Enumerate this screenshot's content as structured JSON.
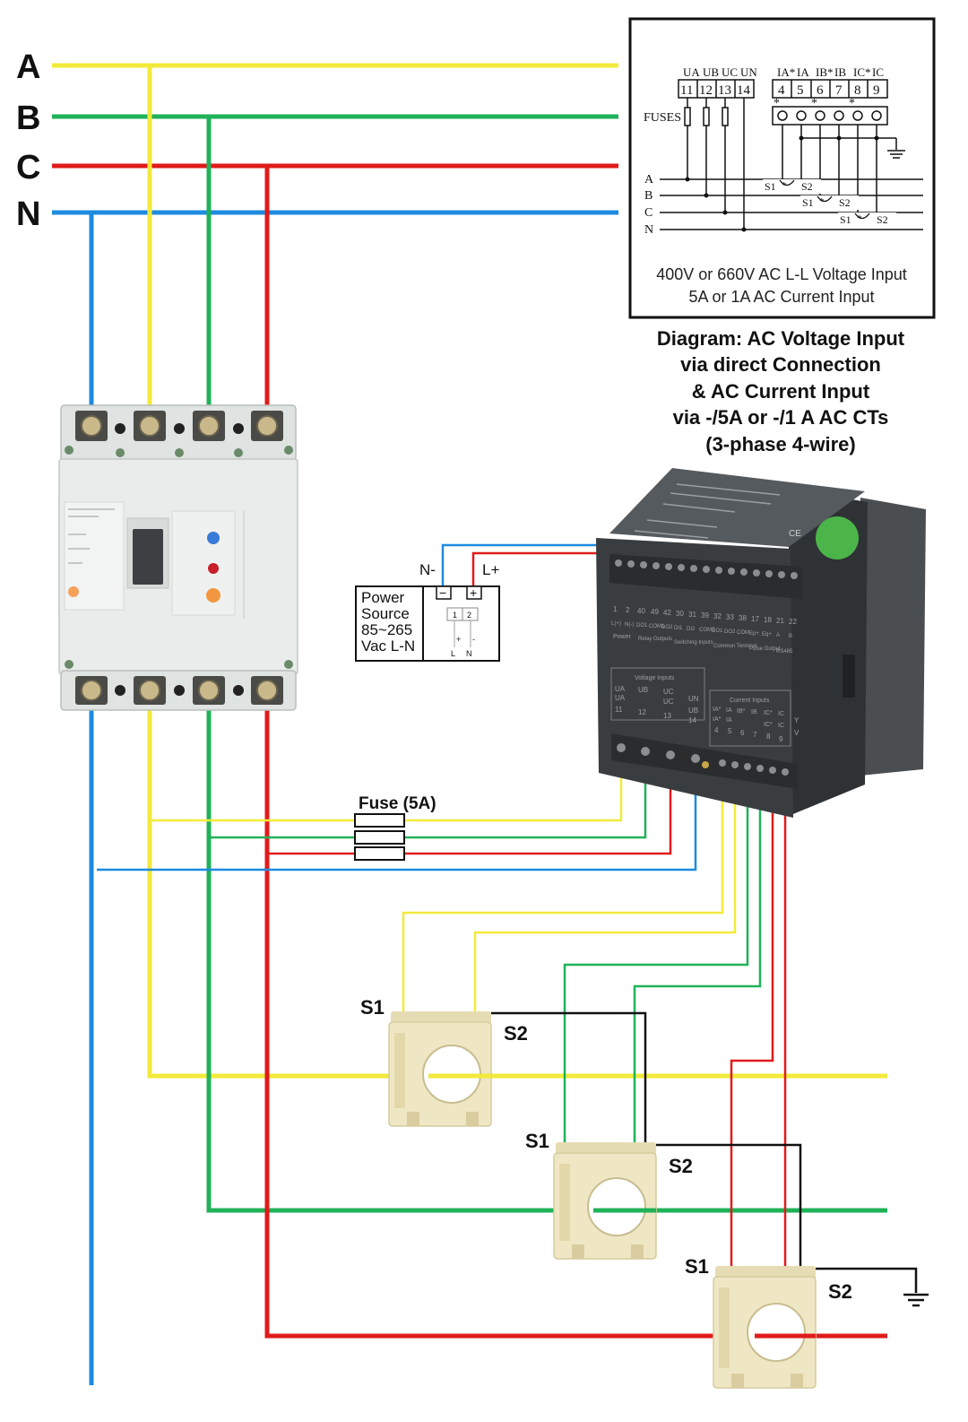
{
  "colors": {
    "phase_a": "#f2ea3a",
    "phase_b": "#1fb258",
    "phase_c": "#e01b1b",
    "neutral": "#1d8be0",
    "ct_wire": "#111111",
    "breaker_body": "#e9ecea",
    "meter_body": "#3a3d3f",
    "ct_body": "#efe7c4"
  },
  "bus": {
    "labels": [
      "A",
      "B",
      "C",
      "N"
    ]
  },
  "inset": {
    "voltage_terminal_headers": [
      "UA",
      "UB",
      "UC",
      "UN"
    ],
    "voltage_terminal_numbers": [
      "11",
      "12",
      "13",
      "14"
    ],
    "current_terminal_headers": [
      "IA*",
      "IA",
      "IB*",
      "IB",
      "IC*",
      "IC"
    ],
    "current_terminal_numbers": [
      "4",
      "5",
      "6",
      "7",
      "8",
      "9"
    ],
    "fuses_label": "FUSES",
    "line_labels": [
      "A",
      "B",
      "C",
      "N"
    ],
    "ct_s1": "S1",
    "ct_s2": "S2",
    "caption_line1": "400V or 660V AC L-L Voltage Input",
    "caption_line2": "5A or 1A AC Current Input"
  },
  "diagram_title": {
    "line1": "Diagram: AC Voltage Input",
    "line2": "via direct Connection",
    "line3": "& AC Current Input",
    "line4": "via -/5A or -/1 A AC CTs",
    "line5": "(3-phase 4-wire)"
  },
  "power_source": {
    "line1": "Power",
    "line2": "Source",
    "line3": "85~265",
    "line4": "Vac L-N",
    "n_label": "N-",
    "l_label": "L+",
    "minus": "−",
    "plus": "+",
    "term1": "1",
    "term2": "2",
    "sub_plus": "+",
    "sub_minus": "-",
    "sub_l": "L",
    "sub_n": "N"
  },
  "fuse_label": "Fuse (5A)",
  "ct": {
    "s1": "S1",
    "s2": "S2"
  },
  "meter": {
    "top_terminals": [
      "1",
      "2",
      "40",
      "49",
      "42",
      "30",
      "31",
      "39",
      "32",
      "33",
      "38",
      "17",
      "18",
      "21",
      "22"
    ],
    "top_row2": [
      "L(+)",
      "N(-)",
      "DO1",
      "COM1",
      "DO2",
      "DI1",
      "DI2",
      "COM2",
      "DO1",
      "DO2",
      "COM",
      "Ep+",
      "Eq+",
      "A",
      "B"
    ],
    "top_row3": [
      "Power",
      "Relay Outputs",
      "Switching Inputs",
      "Common Terminal",
      "Pulse Output",
      "RS485"
    ],
    "voltage_block_title": "Voltage Inputs",
    "voltage_block_row1": [
      "UA",
      "UB",
      "UC",
      "UN"
    ],
    "voltage_block_row2": [
      "UA",
      "",
      "UC",
      "UB"
    ],
    "voltage_block_numbers": [
      "11",
      "12",
      "13",
      "14"
    ],
    "current_block_title": "Current Inputs",
    "current_block_row1": [
      "IA*",
      "IA",
      "IB*",
      "IB",
      "IC*",
      "IC"
    ],
    "current_block_row2": [
      "IA*",
      "IA",
      "",
      "",
      "IC*",
      "IC"
    ],
    "current_block_numbers": [
      "4",
      "5",
      "6",
      "7",
      "8",
      "9"
    ],
    "yv": [
      "Y",
      "V"
    ],
    "ce_mark": "CE"
  }
}
